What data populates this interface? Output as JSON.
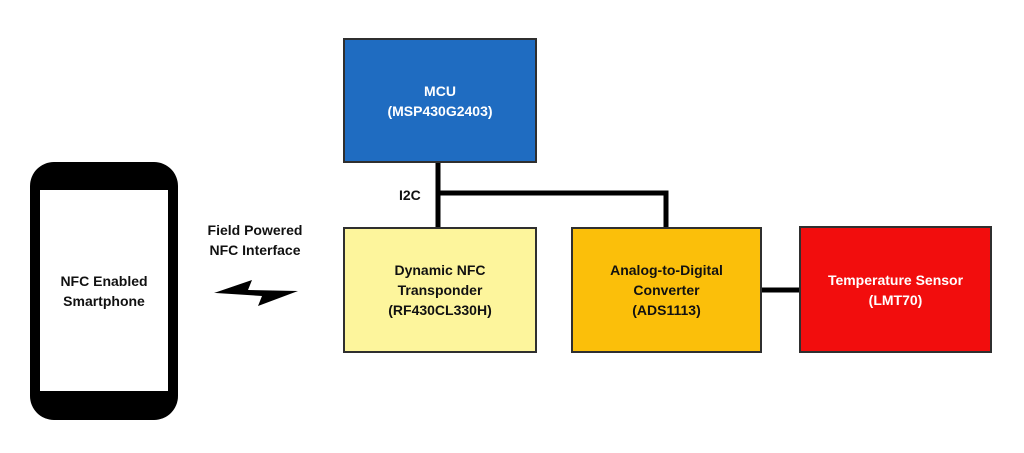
{
  "phone": {
    "line1": "NFC Enabled",
    "line2": "Smartphone"
  },
  "interface": {
    "line1": "Field Powered",
    "line2": "NFC Interface",
    "icon": "lightning-bolt-icon"
  },
  "bus_label": "I2C",
  "blocks": {
    "mcu": {
      "line1": "MCU",
      "line2": "(MSP430G2403)",
      "color": "#1f6cc1"
    },
    "nfc": {
      "line1": "Dynamic NFC",
      "line2": "Transponder",
      "line3": "(RF430CL330H)",
      "color": "#fdf59c"
    },
    "adc": {
      "line1": "Analog-to-Digital",
      "line2": "Converter",
      "line3": "(ADS1113)",
      "color": "#fbbf0a"
    },
    "temp": {
      "line1": "Temperature Sensor",
      "line2": "(LMT70)",
      "color": "#f20d0d"
    }
  }
}
